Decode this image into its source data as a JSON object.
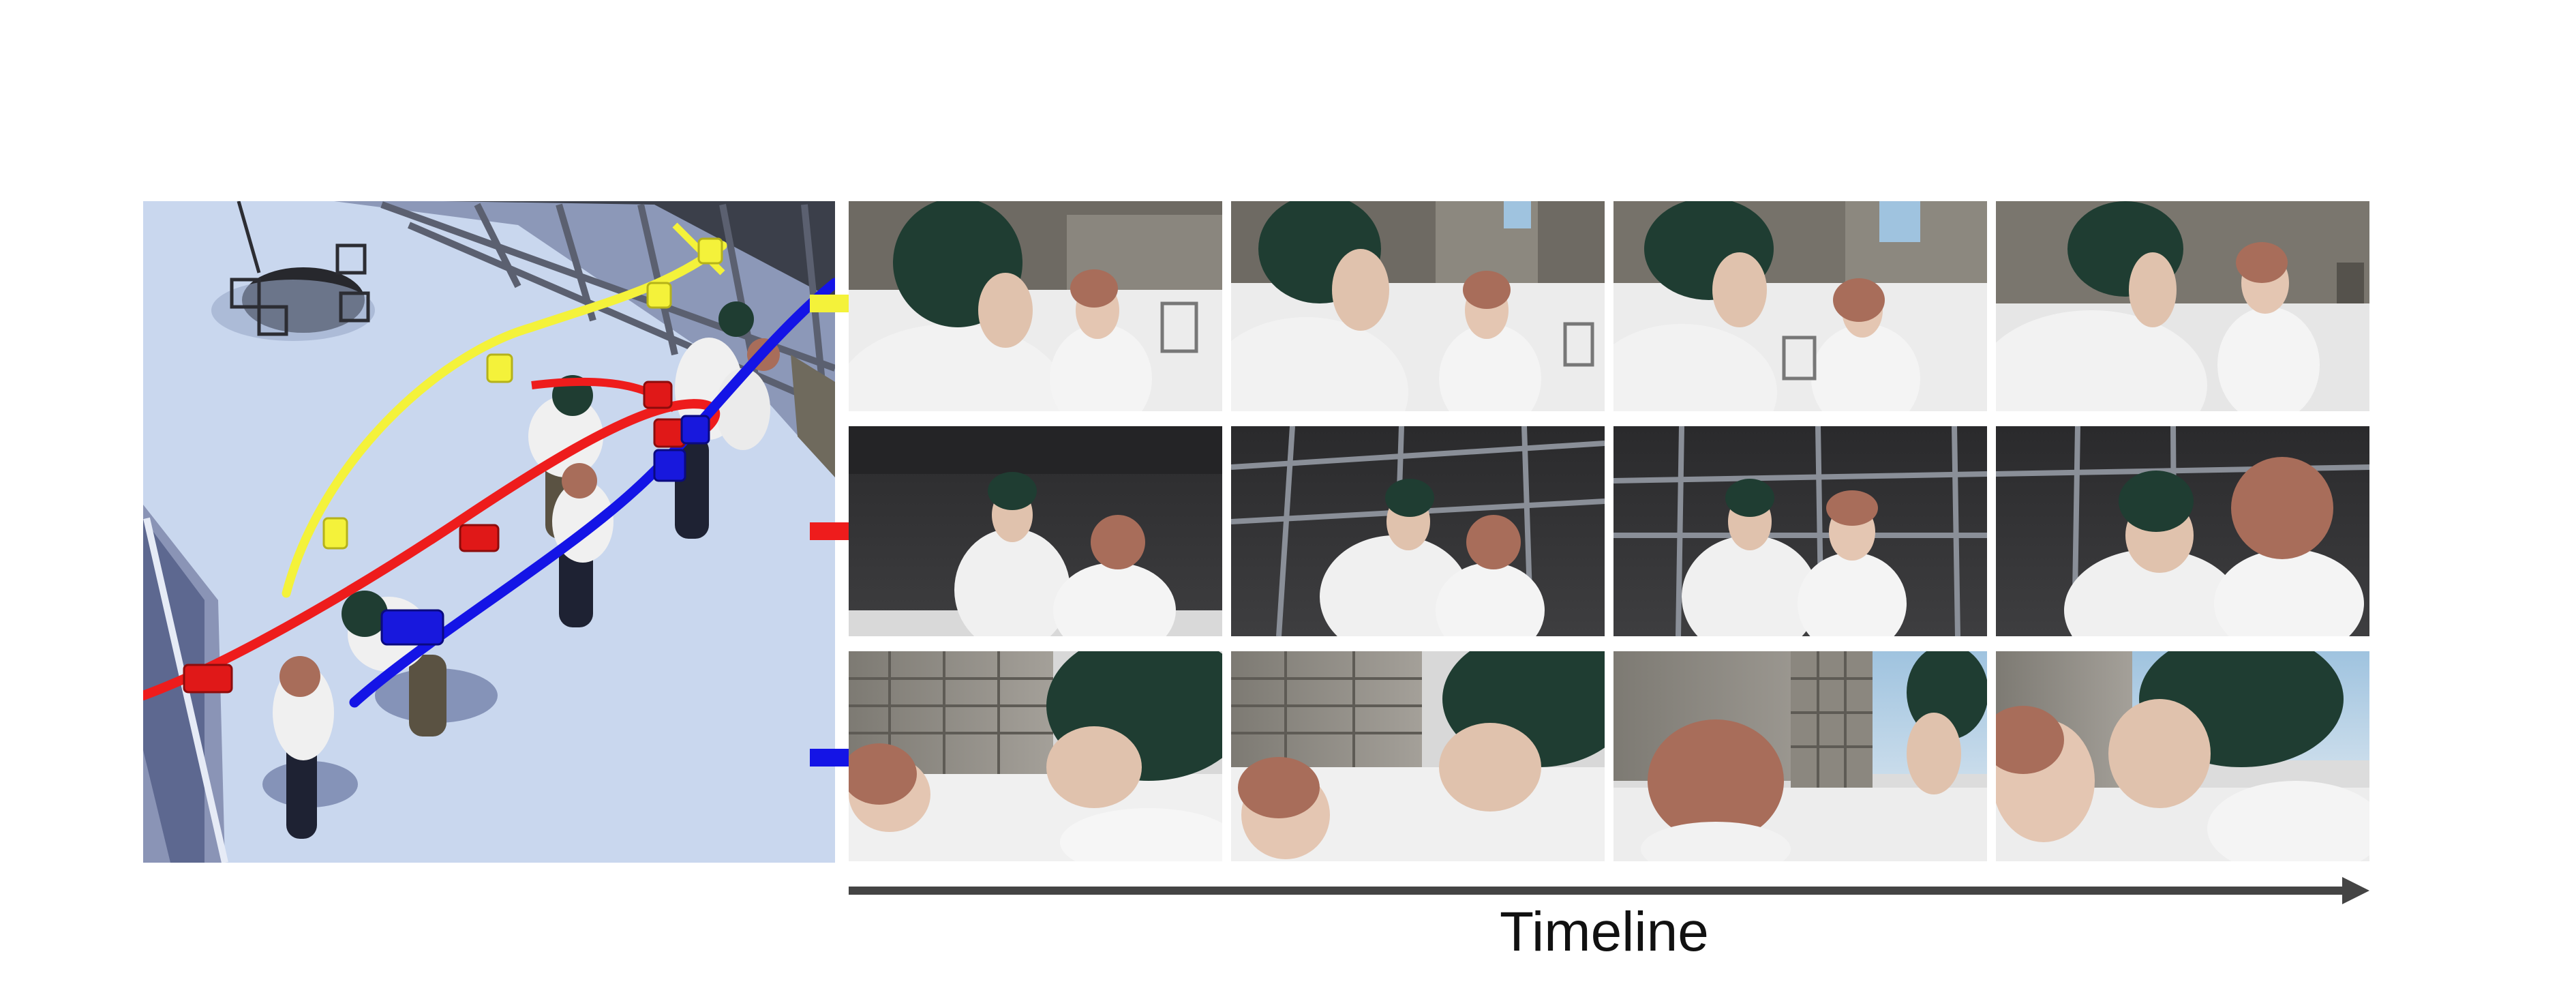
{
  "timeline_label": "Timeline",
  "colors": {
    "yellow": "#f4f23a",
    "red": "#ee1c1c",
    "blue": "#1414e6",
    "floor": "#c9d7ee",
    "hair": "#1f3d32",
    "shirt": "#e8e8e8",
    "timeline_arrow": "#444444"
  },
  "rows": [
    {
      "name": "yellow-camera-row",
      "color": "yellow",
      "frames": 4
    },
    {
      "name": "red-camera-row",
      "color": "red",
      "frames": 4
    },
    {
      "name": "blue-camera-row",
      "color": "blue",
      "frames": 4
    }
  ]
}
